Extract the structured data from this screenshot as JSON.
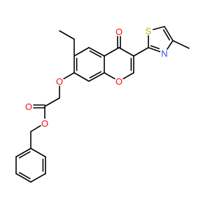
{
  "diagram": {
    "type": "structural-formula",
    "background": "#ffffff",
    "bond_color": "#000000",
    "element_colors": {
      "O": "#ff0d0d",
      "N": "#3050f8",
      "S": "#c8b400"
    }
  },
  "atom_labels": {
    "carbonyl_oxygen": "O",
    "ring_oxygen": "O",
    "ether_oxygen": "O",
    "ester_carbonyl_oxygen": "O",
    "ester_oxygen": "O",
    "thiazole_sulfur": "S",
    "thiazole_nitrogen": "N"
  }
}
